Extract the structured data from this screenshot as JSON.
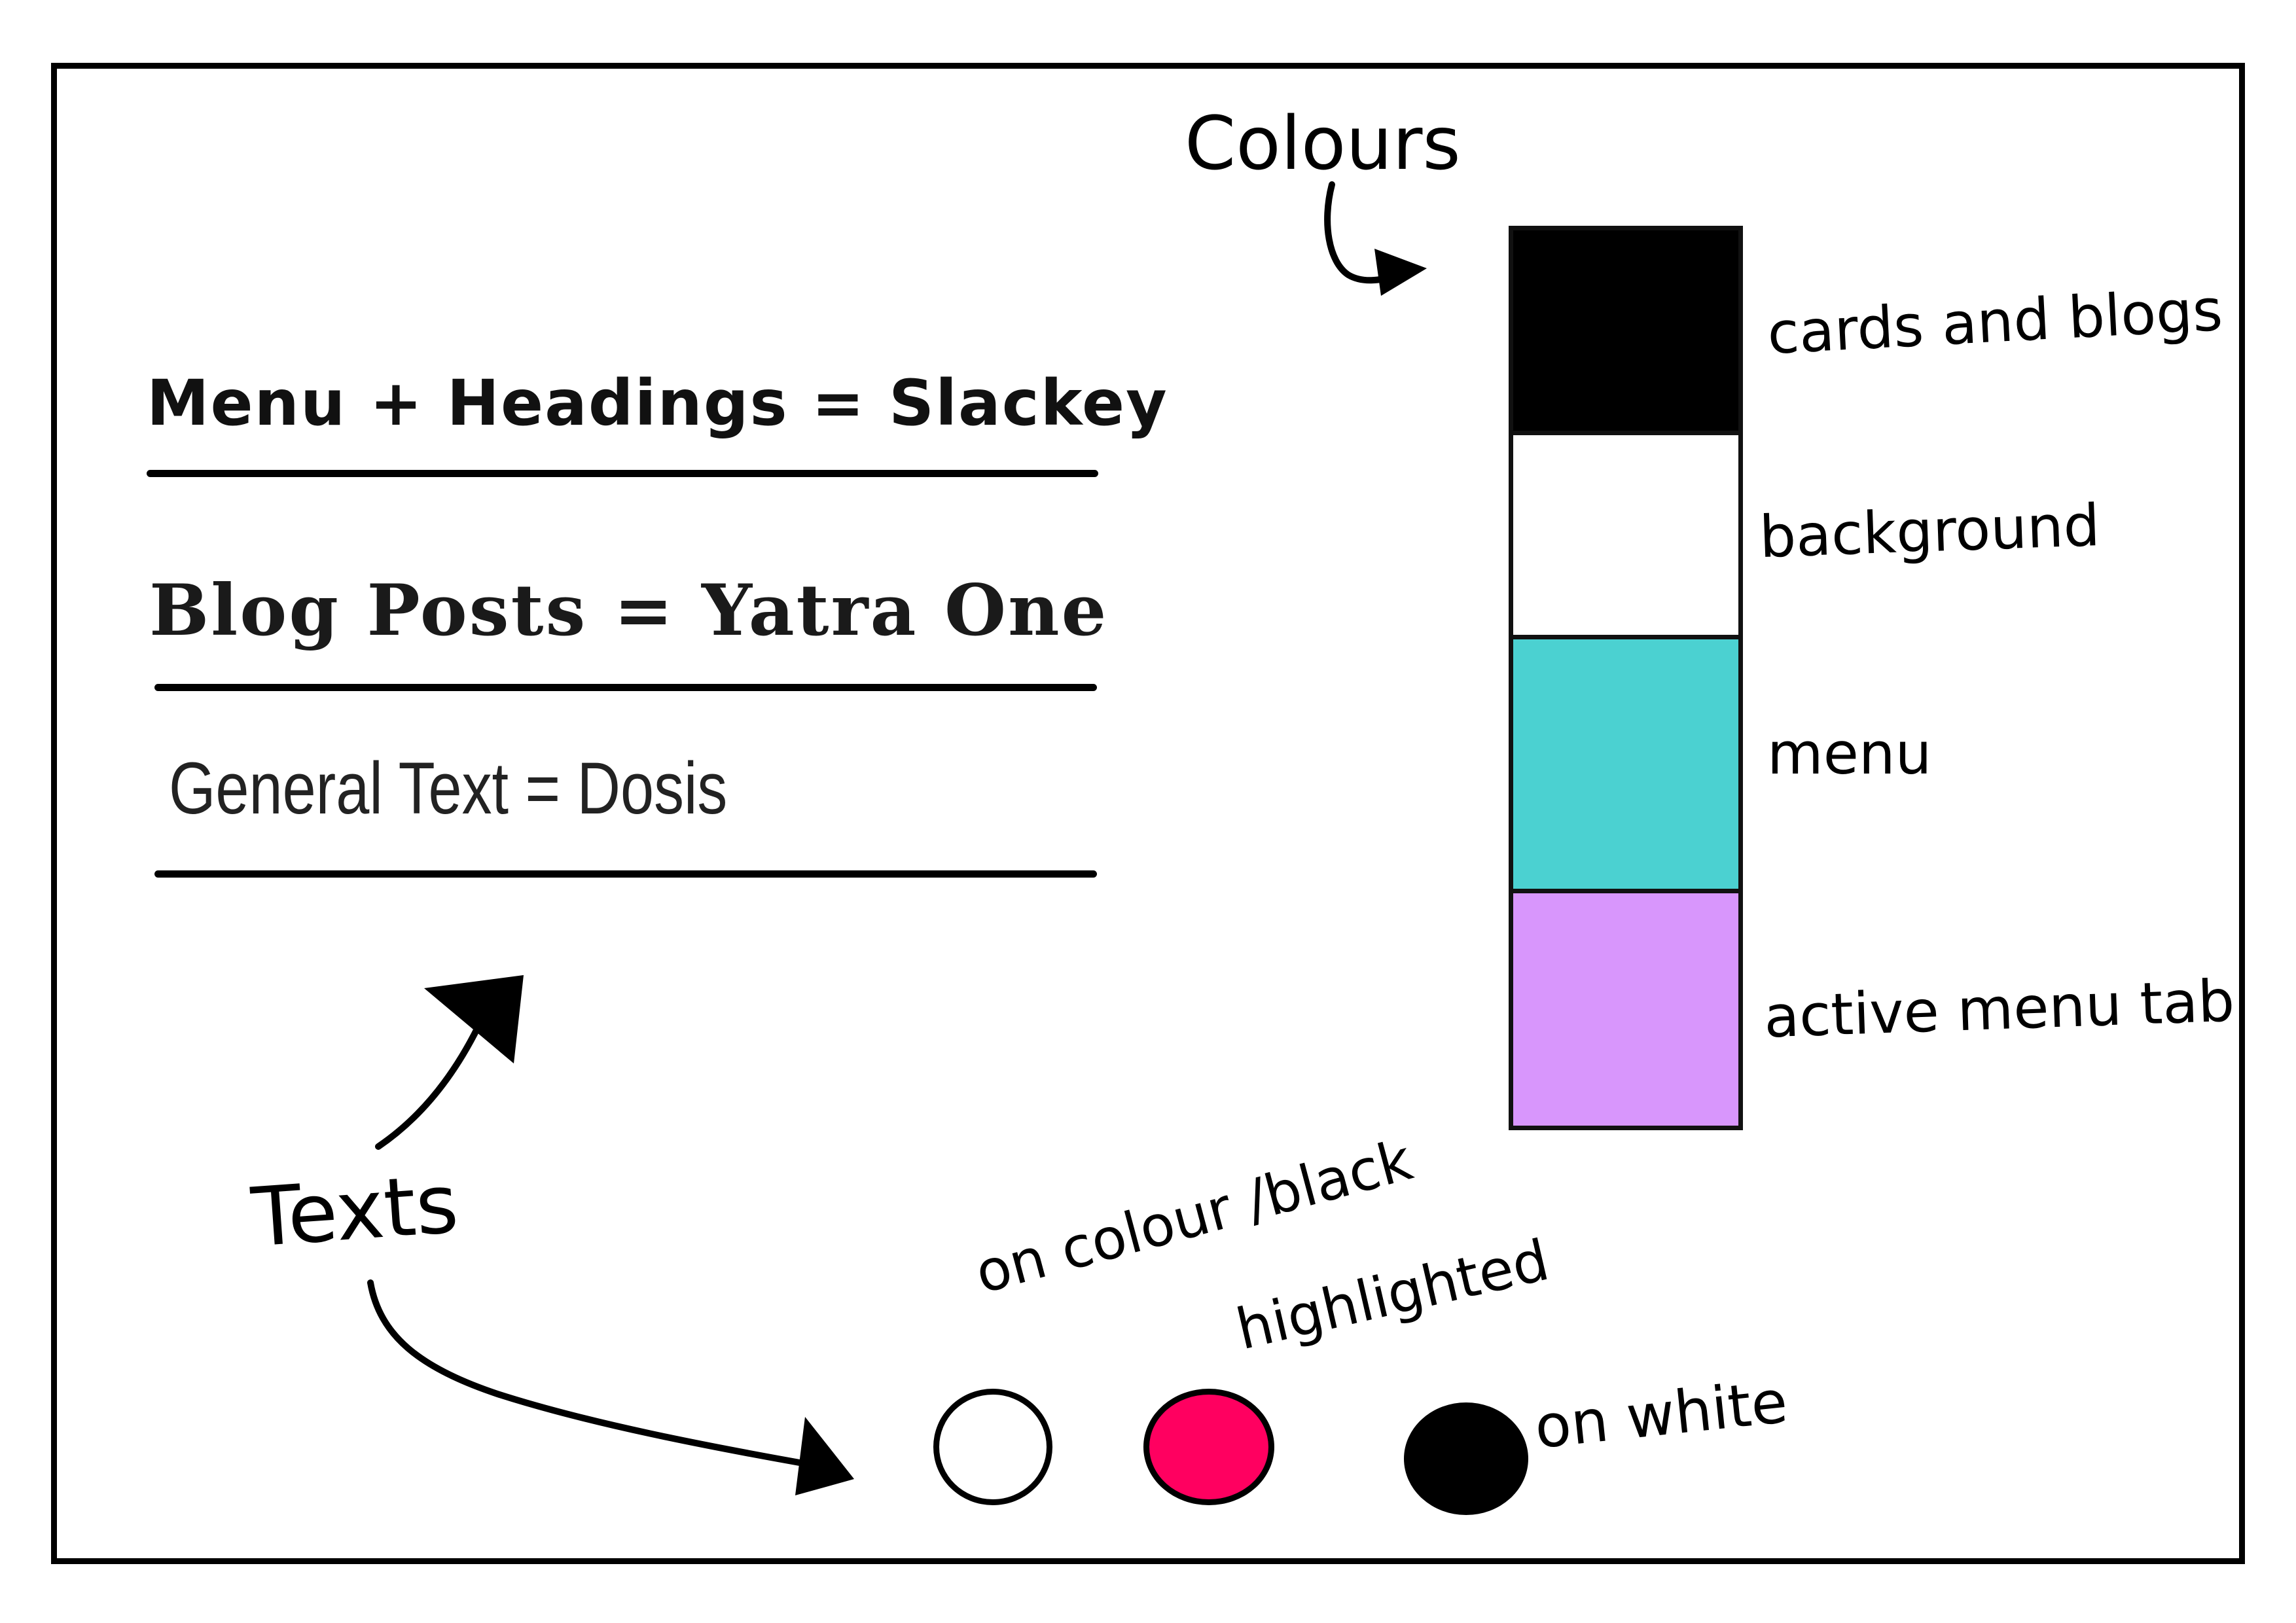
{
  "fonts": [
    {
      "text": "Menu + Headings = Slackey"
    },
    {
      "text": "Blog Posts = Yatra One"
    },
    {
      "text": "General Text = Dosis"
    }
  ],
  "colours_label": "Colours",
  "swatches": [
    {
      "color": "#000000",
      "label": "cards and blogs"
    },
    {
      "color": "#ffffff",
      "label": "background"
    },
    {
      "color": "#4bd1d1",
      "label": "menu"
    },
    {
      "color": "#d896fc",
      "label": "active menu tab"
    }
  ],
  "texts_label": "Texts",
  "text_colours": [
    {
      "color": "#ffffff",
      "label": "on colour /black"
    },
    {
      "color": "#ff0060",
      "label": "highlighted"
    },
    {
      "color": "#000000",
      "label": "on white"
    }
  ]
}
